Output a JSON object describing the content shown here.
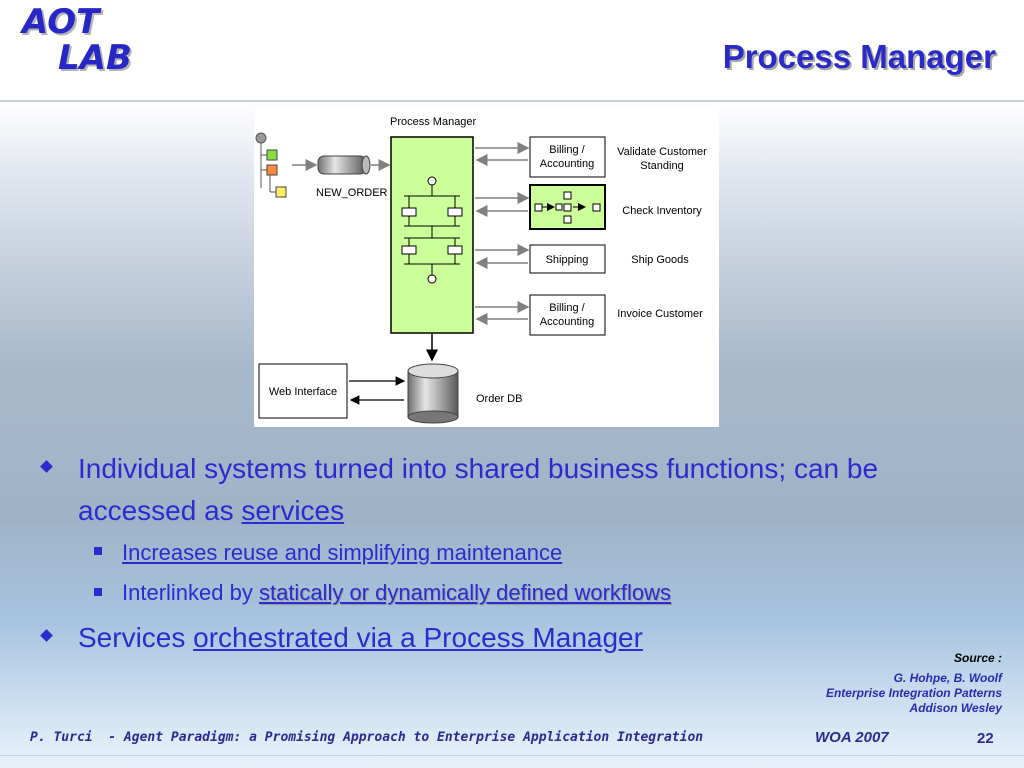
{
  "logo": {
    "line1": "AOT",
    "line2": "LAB"
  },
  "title": "Process Manager",
  "diagram": {
    "heading": "Process Manager",
    "channel_label": "NEW_ORDER",
    "services": [
      {
        "box": "Billing /\nAccounting",
        "desc": "Validate Customer\nStanding"
      },
      {
        "box": "",
        "desc": "Check Inventory"
      },
      {
        "box": "Shipping",
        "desc": "Ship Goods"
      },
      {
        "box": "Billing /\nAccounting",
        "desc": "Invoice Customer"
      }
    ],
    "web_interface": "Web Interface",
    "db_label": "Order DB",
    "colors": {
      "manager_fill": "#ccff99",
      "arrow": "#808080"
    }
  },
  "bullets": {
    "b1_text": "Individual systems turned into shared business functions; can be accessed as ",
    "b1_link": "services",
    "sub1_link": "Increases reuse and simplifying maintenance",
    "sub2_text": "Interlinked by ",
    "sub2_link": "statically or dynamically defined workflows",
    "b2_text": "Services ",
    "b2_link": "orchestrated via a Process Manager"
  },
  "source": {
    "label": "Source :",
    "authors": "G. Hohpe, B. Woolf",
    "book": "Enterprise Integration Patterns",
    "publisher": "Addison Wesley"
  },
  "footer": {
    "left": "P. Turci  - Agent Paradigm: a Promising Approach to Enterprise Application Integration",
    "venue": "WOA 2007",
    "page": "22"
  },
  "colors": {
    "accent": "#2b2bd0"
  }
}
